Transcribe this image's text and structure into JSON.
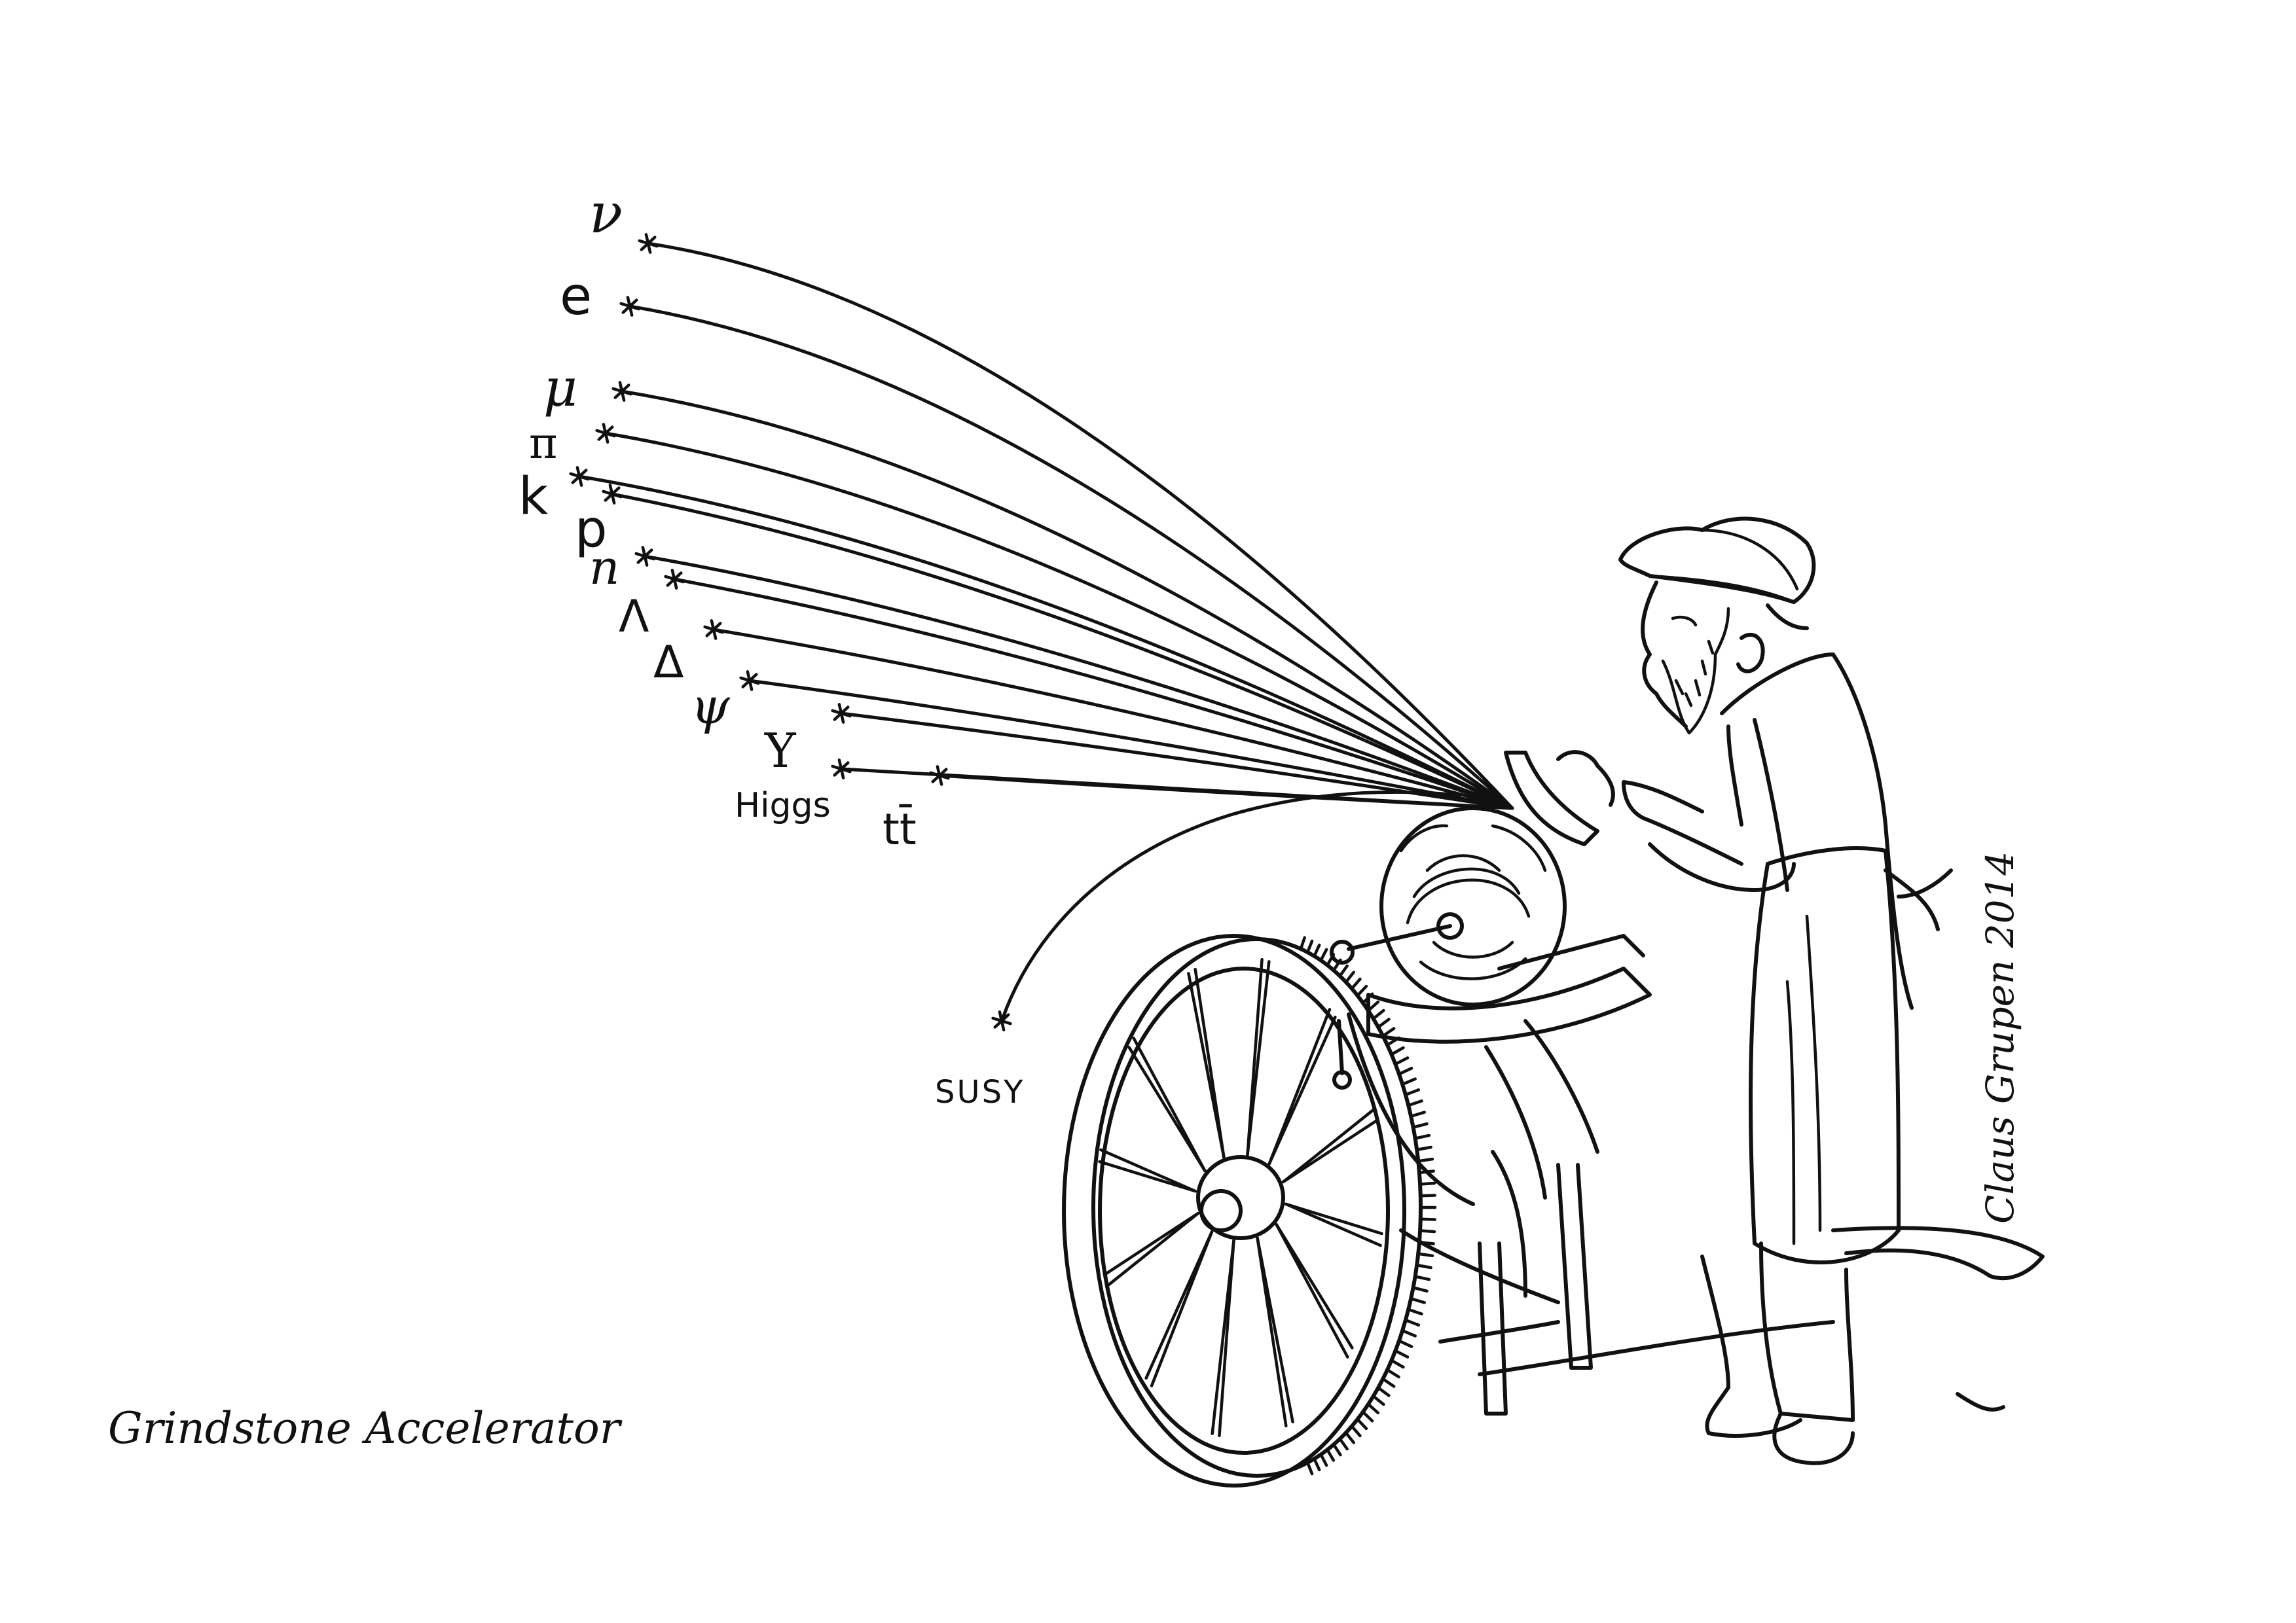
{
  "caption": "Grindstone Accelerator",
  "signature": "Claus Grupen 2014",
  "particles": [
    {
      "id": "nu",
      "label": "ν"
    },
    {
      "id": "e",
      "label": "e"
    },
    {
      "id": "mu",
      "label": "μ"
    },
    {
      "id": "pi",
      "label": "π"
    },
    {
      "id": "k",
      "label": "k"
    },
    {
      "id": "p",
      "label": "p"
    },
    {
      "id": "n",
      "label": "n"
    },
    {
      "id": "lambda",
      "label": "Λ"
    },
    {
      "id": "delta",
      "label": "Δ"
    },
    {
      "id": "psi",
      "label": "ψ"
    },
    {
      "id": "upsilon",
      "label": "Υ"
    },
    {
      "id": "higgs",
      "label": "Higgs"
    },
    {
      "id": "ttbar",
      "label": "tt̄"
    },
    {
      "id": "susy",
      "label": "SUSY"
    }
  ],
  "colors": {
    "ink": "#111111",
    "paper": "#ffffff"
  }
}
